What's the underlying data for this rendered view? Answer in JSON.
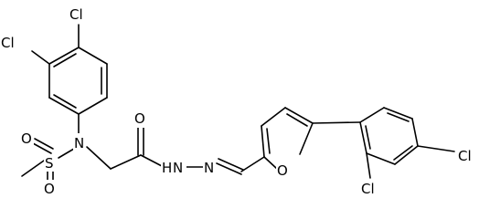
{
  "molecule": {
    "atoms": {
      "cl_ring1_para": "Cl",
      "cl_ring1_meta": "Cl",
      "n_sulfonamide": "N",
      "sulfur": "S",
      "o_sulfonyl_left": "O",
      "o_sulfonyl_bottom": "O",
      "o_carbonyl": "O",
      "nh_hydrazide": "N",
      "h_hydrazide": "H",
      "n_imine": "N",
      "o_furan": "O",
      "cl_ring3_ortho": "Cl",
      "cl_ring3_para": "Cl"
    },
    "colors": {
      "bond": "#000000",
      "label": "#000000",
      "background": "#ffffff"
    }
  }
}
